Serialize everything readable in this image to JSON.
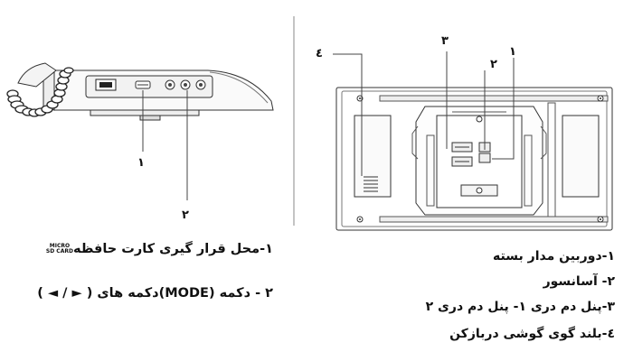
{
  "left_panel": {
    "callouts": {
      "c1": "۱",
      "c2": "۲"
    },
    "captions": {
      "line1": "۱-محل قرار گیری کارت حافظه",
      "micro": "MICRO",
      "sdcard": "SD CARD",
      "line2": "۲ - دکمه (MODE)دکمه های",
      "arrows": "( ◄ / ► )"
    }
  },
  "right_panel": {
    "callouts": {
      "c1": "۱",
      "c2": "۲",
      "c3": "۳",
      "c4": "٤"
    },
    "captions": [
      "۱-دوربین مدار بسته",
      "۲- آسانسور",
      "۳-پنل دم دری ۱- پنل دم دری ۲",
      "٤-بلند گوی گوشی دربازکن"
    ]
  }
}
